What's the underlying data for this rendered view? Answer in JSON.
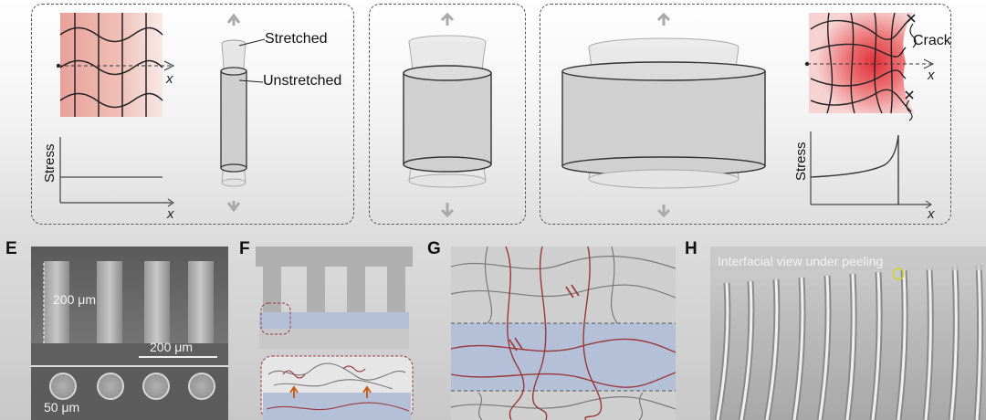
{
  "panel_top_left": {
    "x_axis": "x",
    "stress_label": "Stress",
    "stretched_label": "Stretched",
    "unstretched_label": "Unstretched",
    "plot_x_axis": "x"
  },
  "panel_top_right": {
    "crack_label": "Crack",
    "x_axis": "x",
    "stress_label": "Stress",
    "plot_x_axis": "x"
  },
  "panel_e": {
    "letter": "E",
    "height_scale": "200 μm",
    "width_scale": "200 μm",
    "diameter_scale": "50 μm"
  },
  "panel_f": {
    "letter": "F"
  },
  "panel_g": {
    "letter": "G"
  },
  "panel_h": {
    "letter": "H",
    "caption": "Interfacial view under peeling"
  },
  "colors": {
    "red_network": "#9a3838",
    "grey_network": "#7a7a7a",
    "blue_layer": "#b4bfd8",
    "stress_red": "#e0303a"
  }
}
